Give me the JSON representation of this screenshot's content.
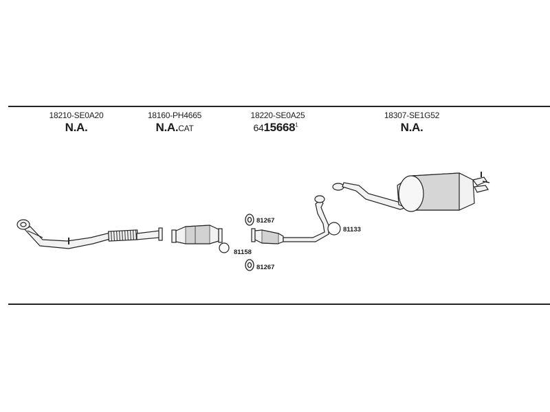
{
  "parts": [
    {
      "part_number": "18210-SE0A20",
      "status": "N.A.",
      "status_suffix": "",
      "status_sup": ""
    },
    {
      "part_number": "18160-PH4665",
      "status": "N.A.",
      "status_suffix": "CAT",
      "status_sup": ""
    },
    {
      "part_number": "18220-SE0A25",
      "status": "64",
      "status_suffix": "15668",
      "status_sup": "1"
    },
    {
      "part_number": "18307-SE1G52",
      "status": "N.A.",
      "status_suffix": "",
      "status_sup": ""
    }
  ],
  "callouts": {
    "clamp_upper": "81267",
    "ring_middle": "81158",
    "clamp_lower": "81267",
    "ring_right": "81133"
  },
  "colors": {
    "line": "#222222",
    "fill": "#f2f2f2",
    "shade": "#bdbdbd"
  }
}
